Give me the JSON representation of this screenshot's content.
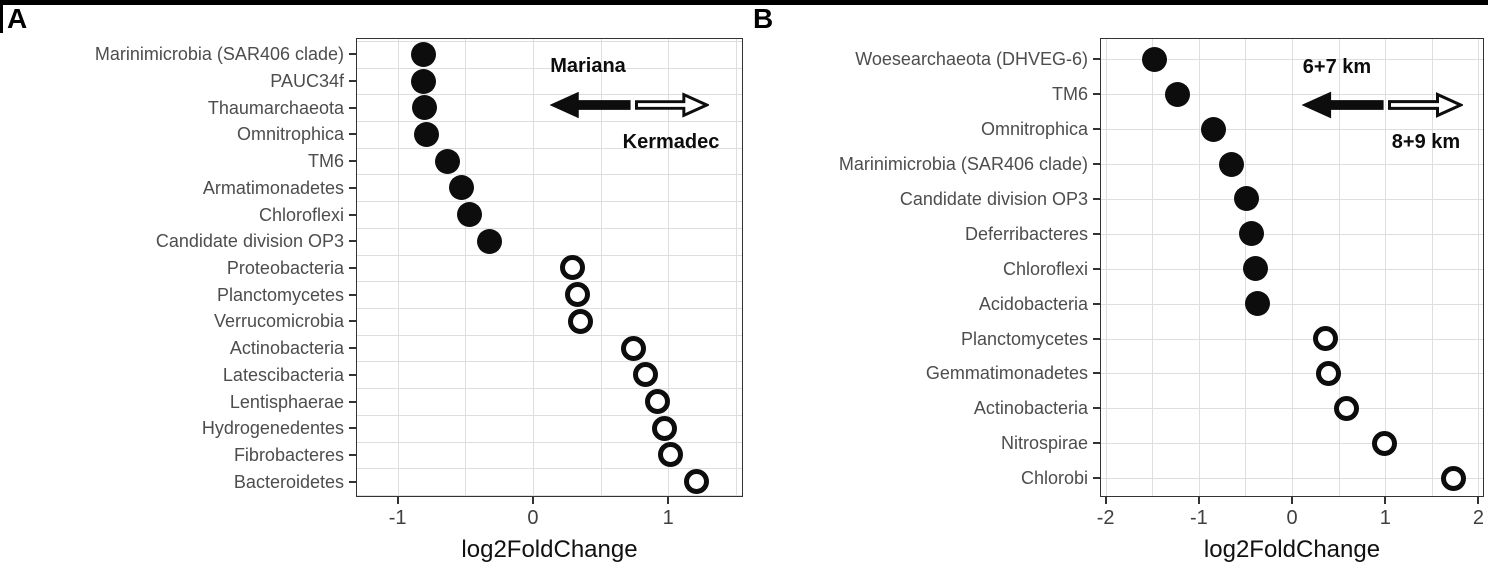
{
  "figure": {
    "panels": [
      {
        "letter": "A"
      },
      {
        "letter": "B"
      }
    ]
  },
  "chart_data": [
    {
      "type": "scatter",
      "subtype": "horizontal_dot_plot",
      "panel": "A",
      "title": "",
      "xlabel": "log2FoldChange",
      "ylabel": "",
      "xlim": [
        -1.3,
        1.56
      ],
      "xticks": [
        -1,
        0,
        1
      ],
      "grid": true,
      "categories": [
        "Marinimicrobia (SAR406 clade)",
        "PAUC34f",
        "Thaumarchaeota",
        "Omnitrophica",
        "TM6",
        "Armatimonadetes",
        "Chloroflexi",
        "Candidate division OP3",
        "Proteobacteria",
        "Planctomycetes",
        "Verrucomicrobia",
        "Actinobacteria",
        "Latescibacteria",
        "Lentisphaerae",
        "Hydrogenedentes",
        "Fibrobacteres",
        "Bacteroidetes"
      ],
      "values": [
        -0.81,
        -0.81,
        -0.8,
        -0.79,
        -0.63,
        -0.53,
        -0.47,
        -0.32,
        0.29,
        0.33,
        0.35,
        0.74,
        0.83,
        0.92,
        0.97,
        1.02,
        1.21
      ],
      "point_styles": [
        "filled",
        "filled",
        "filled",
        "filled",
        "filled",
        "filled",
        "filled",
        "filled",
        "open",
        "open",
        "open",
        "open",
        "open",
        "open",
        "open",
        "open",
        "open"
      ],
      "annotations": [
        {
          "label": "Mariana",
          "arrow_style": "filled",
          "arrow_direction": "left"
        },
        {
          "label": "Kermadec",
          "arrow_style": "open",
          "arrow_direction": "right"
        }
      ],
      "colors": {
        "point": "#0d0d0d",
        "grid": "#dedede",
        "axis_text": "#4d4d4d",
        "background": "#ffffff"
      }
    },
    {
      "type": "scatter",
      "subtype": "horizontal_dot_plot",
      "panel": "B",
      "title": "",
      "xlabel": "log2FoldChange",
      "ylabel": "",
      "xlim": [
        -2.05,
        2.07
      ],
      "xticks": [
        -2,
        -1,
        0,
        1,
        2
      ],
      "grid": true,
      "categories": [
        "Woesearchaeota (DHVEG-6)",
        "TM6",
        "Omnitrophica",
        "Marinimicrobia (SAR406 clade)",
        "Candidate division OP3",
        "Deferribacteres",
        "Chloroflexi",
        "Acidobacteria",
        "Planctomycetes",
        "Gemmatimonadetes",
        "Actinobacteria",
        "Nitrospirae",
        "Chlorobi"
      ],
      "values": [
        -1.48,
        -1.23,
        -0.84,
        -0.65,
        -0.49,
        -0.43,
        -0.39,
        -0.37,
        0.36,
        0.39,
        0.58,
        0.99,
        1.73
      ],
      "point_styles": [
        "filled",
        "filled",
        "filled",
        "filled",
        "filled",
        "filled",
        "filled",
        "filled",
        "open",
        "open",
        "open",
        "open",
        "open"
      ],
      "annotations": [
        {
          "label": "6+7 km",
          "arrow_style": "filled",
          "arrow_direction": "left"
        },
        {
          "label": "8+9 km",
          "arrow_style": "open",
          "arrow_direction": "right"
        }
      ],
      "colors": {
        "point": "#0d0d0d",
        "grid": "#dedede",
        "axis_text": "#4d4d4d",
        "background": "#ffffff"
      }
    }
  ]
}
